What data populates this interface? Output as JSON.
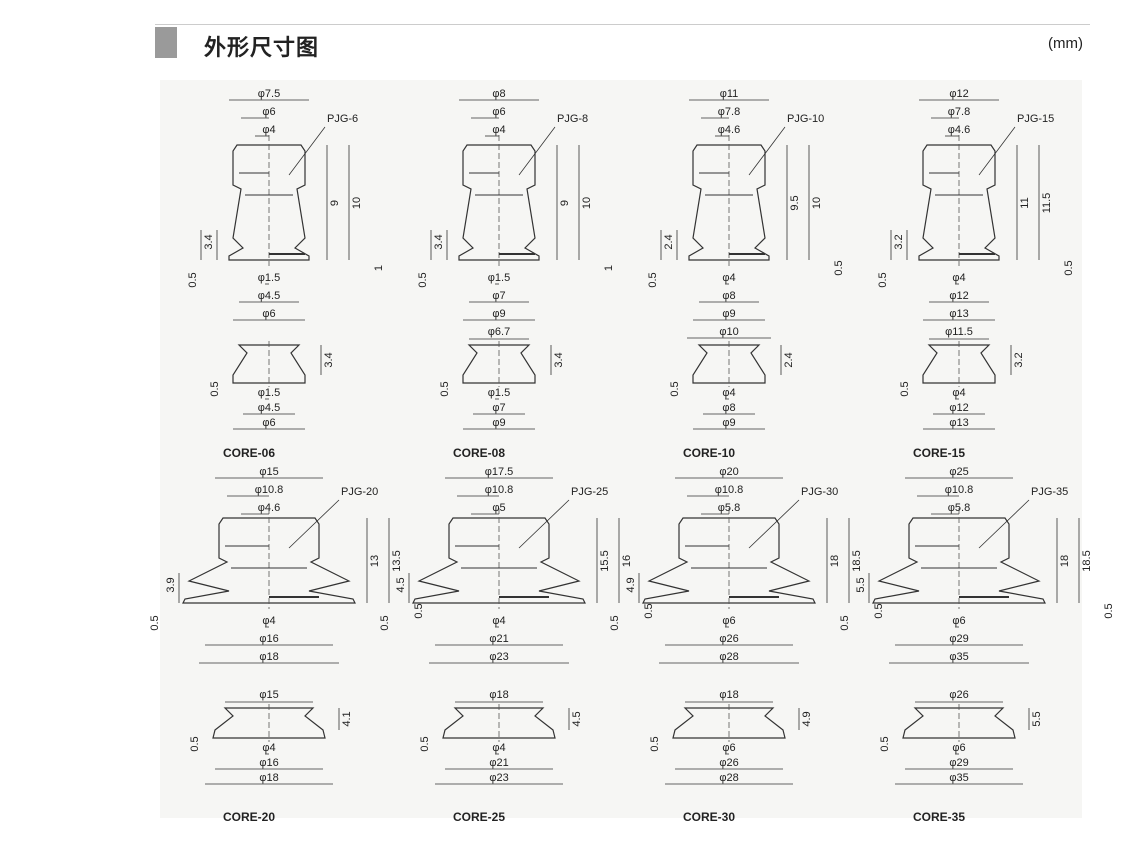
{
  "header": {
    "title": "外形尺寸图",
    "unit": "(mm)"
  },
  "items": [
    {
      "pjg": {
        "name": "PJG-6",
        "top": [
          "φ7.5",
          "φ6",
          "φ4"
        ],
        "right": [
          "9",
          "10",
          "1"
        ],
        "left": [
          "3.4",
          "0.5"
        ],
        "bottom": [
          "φ1.5",
          "φ4.5",
          "φ6"
        ]
      },
      "core": {
        "name": "CORE-06",
        "top": [],
        "right": [
          "3.4"
        ],
        "left": [
          "0.5"
        ],
        "bottom": [
          "φ1.5",
          "φ4.5",
          "φ6"
        ]
      }
    },
    {
      "pjg": {
        "name": "PJG-8",
        "top": [
          "φ8",
          "φ6",
          "φ4"
        ],
        "right": [
          "9",
          "10",
          "1"
        ],
        "left": [
          "3.4",
          "0.5"
        ],
        "bottom": [
          "φ1.5",
          "φ7",
          "φ9"
        ]
      },
      "core": {
        "name": "CORE-08",
        "top": [
          "φ6.7"
        ],
        "right": [
          "3.4"
        ],
        "left": [
          "0.5"
        ],
        "bottom": [
          "φ1.5",
          "φ7",
          "φ9"
        ]
      }
    },
    {
      "pjg": {
        "name": "PJG-10",
        "top": [
          "φ11",
          "φ7.8",
          "φ4.6"
        ],
        "right": [
          "9.5",
          "10",
          "0.5"
        ],
        "left": [
          "2.4",
          "0.5"
        ],
        "bottom": [
          "φ4",
          "φ8",
          "φ9",
          "φ10"
        ]
      },
      "core": {
        "name": "CORE-10",
        "top": [],
        "right": [
          "2.4"
        ],
        "left": [
          "0.5"
        ],
        "bottom": [
          "φ4",
          "φ8",
          "φ9"
        ]
      }
    },
    {
      "pjg": {
        "name": "PJG-15",
        "top": [
          "φ12",
          "φ7.8",
          "φ4.6"
        ],
        "right": [
          "11",
          "11.5",
          "0.5"
        ],
        "left": [
          "3.2",
          "0.5"
        ],
        "bottom": [
          "φ4",
          "φ12",
          "φ13"
        ]
      },
      "core": {
        "name": "CORE-15",
        "top": [
          "φ11.5"
        ],
        "right": [
          "3.2"
        ],
        "left": [
          "0.5"
        ],
        "bottom": [
          "φ4",
          "φ12",
          "φ13"
        ]
      }
    },
    {
      "pjg": {
        "name": "PJG-20",
        "top": [
          "φ15",
          "φ10.8",
          "φ4.6"
        ],
        "right": [
          "13",
          "13.5",
          "0.5"
        ],
        "left": [
          "3.9",
          "0.5"
        ],
        "bottom": [
          "φ4",
          "φ16",
          "φ18"
        ]
      },
      "core": {
        "name": "CORE-20",
        "top": [
          "φ15"
        ],
        "right": [
          "4.1"
        ],
        "left": [
          "0.5"
        ],
        "bottom": [
          "φ4",
          "φ16",
          "φ18"
        ]
      }
    },
    {
      "pjg": {
        "name": "PJG-25",
        "top": [
          "φ17.5",
          "φ10.8",
          "φ5"
        ],
        "right": [
          "15.5",
          "16",
          "0.5"
        ],
        "left": [
          "4.5",
          "0.5"
        ],
        "bottom": [
          "φ4",
          "φ21",
          "φ23"
        ]
      },
      "core": {
        "name": "CORE-25",
        "top": [
          "φ18"
        ],
        "right": [
          "4.5"
        ],
        "left": [
          "0.5"
        ],
        "bottom": [
          "φ4",
          "φ21",
          "φ23"
        ]
      }
    },
    {
      "pjg": {
        "name": "PJG-30",
        "top": [
          "φ20",
          "φ10.8",
          "φ5.8"
        ],
        "right": [
          "18",
          "18.5",
          "0.5"
        ],
        "left": [
          "4.9",
          "0.5"
        ],
        "bottom": [
          "φ6",
          "φ26",
          "φ28"
        ]
      },
      "core": {
        "name": "CORE-30",
        "top": [
          "φ18"
        ],
        "right": [
          "4.9"
        ],
        "left": [
          "0.5"
        ],
        "bottom": [
          "φ6",
          "φ26",
          "φ28"
        ]
      }
    },
    {
      "pjg": {
        "name": "PJG-35",
        "top": [
          "φ25",
          "φ10.8",
          "φ5.8"
        ],
        "right": [
          "18",
          "18.5",
          "0.5"
        ],
        "left": [
          "5.5",
          "0.5"
        ],
        "bottom": [
          "φ6",
          "φ29",
          "φ35"
        ]
      },
      "core": {
        "name": "CORE-35",
        "top": [
          "φ26"
        ],
        "right": [
          "5.5"
        ],
        "left": [
          "0.5"
        ],
        "bottom": [
          "φ6",
          "φ29",
          "φ35"
        ]
      }
    }
  ]
}
